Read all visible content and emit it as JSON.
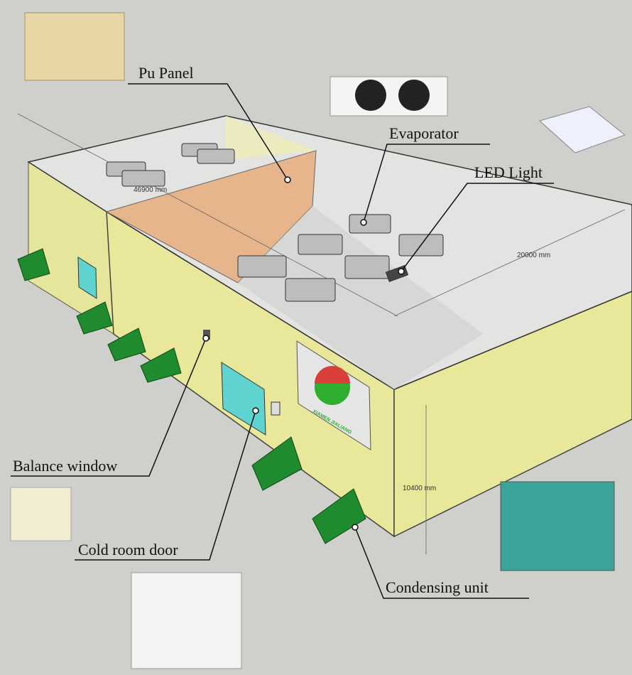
{
  "labels": {
    "pu_panel": "Pu Panel",
    "evaporator": "Evaporator",
    "led_light": "LED Light",
    "balance_window": "Balance window",
    "cold_room_door": "Cold room door",
    "condensing_unit": "Condensing unit"
  },
  "dimensions": {
    "length": "46900 mm",
    "width": "20000 mm",
    "height": "10400 mm"
  },
  "logo_text": "XIAMEN JIALIANG",
  "colors": {
    "background": "#cfd0cb",
    "wall": "#e8e79a",
    "pu_panel": "#e6b58c",
    "roof": "#e3e3e1",
    "condensing_unit": "#1f8a2e",
    "door": "#5fd3d0"
  }
}
